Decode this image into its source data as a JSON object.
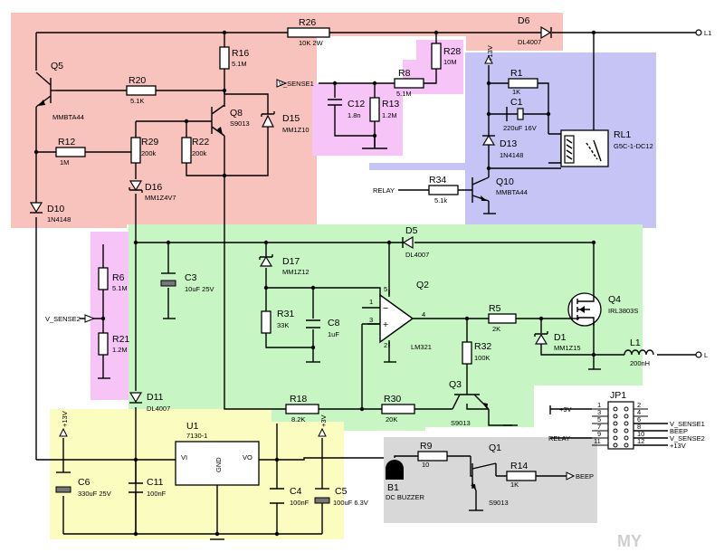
{
  "colors": {
    "red_zone": "#f8c2bd",
    "purple_zone": "#f7c4f7",
    "blue_zone": "#c5c4f5",
    "green_zone": "#c7f5c4",
    "yellow_zone": "#fbfcc0",
    "gray_zone": "#d8d8d8"
  },
  "components": {
    "Q5": {
      "ref": "Q5",
      "val": "MMBTA44"
    },
    "R26": {
      "ref": "R26",
      "val": "10K 2W"
    },
    "D6": {
      "ref": "D6",
      "val": "DL4007"
    },
    "R16": {
      "ref": "R16",
      "val": "5.1M"
    },
    "R20": {
      "ref": "R20",
      "val": "5.1K"
    },
    "Q8": {
      "ref": "Q8",
      "val": "S9013"
    },
    "D15": {
      "ref": "D15",
      "val": "MM1Z10"
    },
    "R12": {
      "ref": "R12",
      "val": "1M"
    },
    "R29": {
      "ref": "R29",
      "val": "200k"
    },
    "R22": {
      "ref": "R22",
      "val": "200k"
    },
    "D16": {
      "ref": "D16",
      "val": "MM1Z4V7"
    },
    "D10": {
      "ref": "D10",
      "val": "1N4148"
    },
    "R28": {
      "ref": "R28",
      "val": "10M"
    },
    "R8": {
      "ref": "R8",
      "val": "5.1M"
    },
    "C12": {
      "ref": "C12",
      "val": "1.8n"
    },
    "R13": {
      "ref": "R13",
      "val": "1.2M"
    },
    "R1": {
      "ref": "R1",
      "val": "1K"
    },
    "C1": {
      "ref": "C1",
      "val": "220uF 16V"
    },
    "D13": {
      "ref": "D13",
      "val": "1N4148"
    },
    "RL1": {
      "ref": "RL1",
      "val": "G5C-1-DC12"
    },
    "R34": {
      "ref": "R34",
      "val": "5.1k"
    },
    "Q10": {
      "ref": "Q10",
      "val": "MMBTA44"
    },
    "D5": {
      "ref": "D5",
      "val": "DL4007"
    },
    "D17": {
      "ref": "D17",
      "val": "MM1Z12"
    },
    "C3": {
      "ref": "C3",
      "val": "10uF 25V"
    },
    "R6": {
      "ref": "R6",
      "val": "5.1M"
    },
    "R21": {
      "ref": "R21",
      "val": "1.2M"
    },
    "R31": {
      "ref": "R31",
      "val": "33K"
    },
    "C8": {
      "ref": "C8",
      "val": "1uF"
    },
    "Q2": {
      "ref": "Q2",
      "val": "LM321"
    },
    "R5": {
      "ref": "R5",
      "val": "2K"
    },
    "Q4": {
      "ref": "Q4",
      "val": "IRL3803S"
    },
    "D1": {
      "ref": "D1",
      "val": "MM1Z15"
    },
    "R32": {
      "ref": "R32",
      "val": "100K"
    },
    "L1": {
      "ref": "L1",
      "val": "200nH"
    },
    "D11": {
      "ref": "D11",
      "val": "DL4007"
    },
    "R18": {
      "ref": "R18",
      "val": "8.2K"
    },
    "R30": {
      "ref": "R30",
      "val": "20K"
    },
    "Q3": {
      "ref": "Q3",
      "val": "S9013"
    },
    "U1": {
      "ref": "U1",
      "val": "7130-1"
    },
    "C6": {
      "ref": "C6",
      "val": "330uF 25V"
    },
    "C11": {
      "ref": "C11",
      "val": "100nF"
    },
    "C4": {
      "ref": "C4",
      "val": "100nF"
    },
    "C5": {
      "ref": "C5",
      "val": "100uF 6.3V"
    },
    "B1": {
      "ref": "B1",
      "val": "DC BUZZER"
    },
    "R9": {
      "ref": "R9",
      "val": "10"
    },
    "Q1": {
      "ref": "Q1",
      "val": "S9013"
    },
    "R14": {
      "ref": "R14",
      "val": "1K"
    },
    "JP1": {
      "ref": "JP1"
    }
  },
  "u1_pins": {
    "vi": "VI",
    "vo": "VO",
    "gnd": "GND"
  },
  "opamp_pins": {
    "p5": "5",
    "p3": "3",
    "p1": "1",
    "p4": "4",
    "p2": "2",
    "minus": "−",
    "plus": "+"
  },
  "nets": {
    "l1_terminal": "L1",
    "l_terminal": "L",
    "v_sense1": "V_SENSE1",
    "v_sense2": "V_SENSE2",
    "relay": "RELAY",
    "beep": "BEEP",
    "plus13v": "+13V",
    "plus3v": "+3V"
  },
  "connector": {
    "left_pins": [
      "1",
      "3",
      "5",
      "7",
      "9",
      "11"
    ],
    "right_pins": [
      "2",
      "4",
      "6",
      "8",
      "10",
      "12"
    ],
    "right_labels": [
      "V_SENSE1",
      "BEEP",
      "V_SENSE2",
      "+13V"
    ],
    "left_labels": [
      "+3V",
      "RELAY"
    ]
  },
  "watermark": "MY"
}
